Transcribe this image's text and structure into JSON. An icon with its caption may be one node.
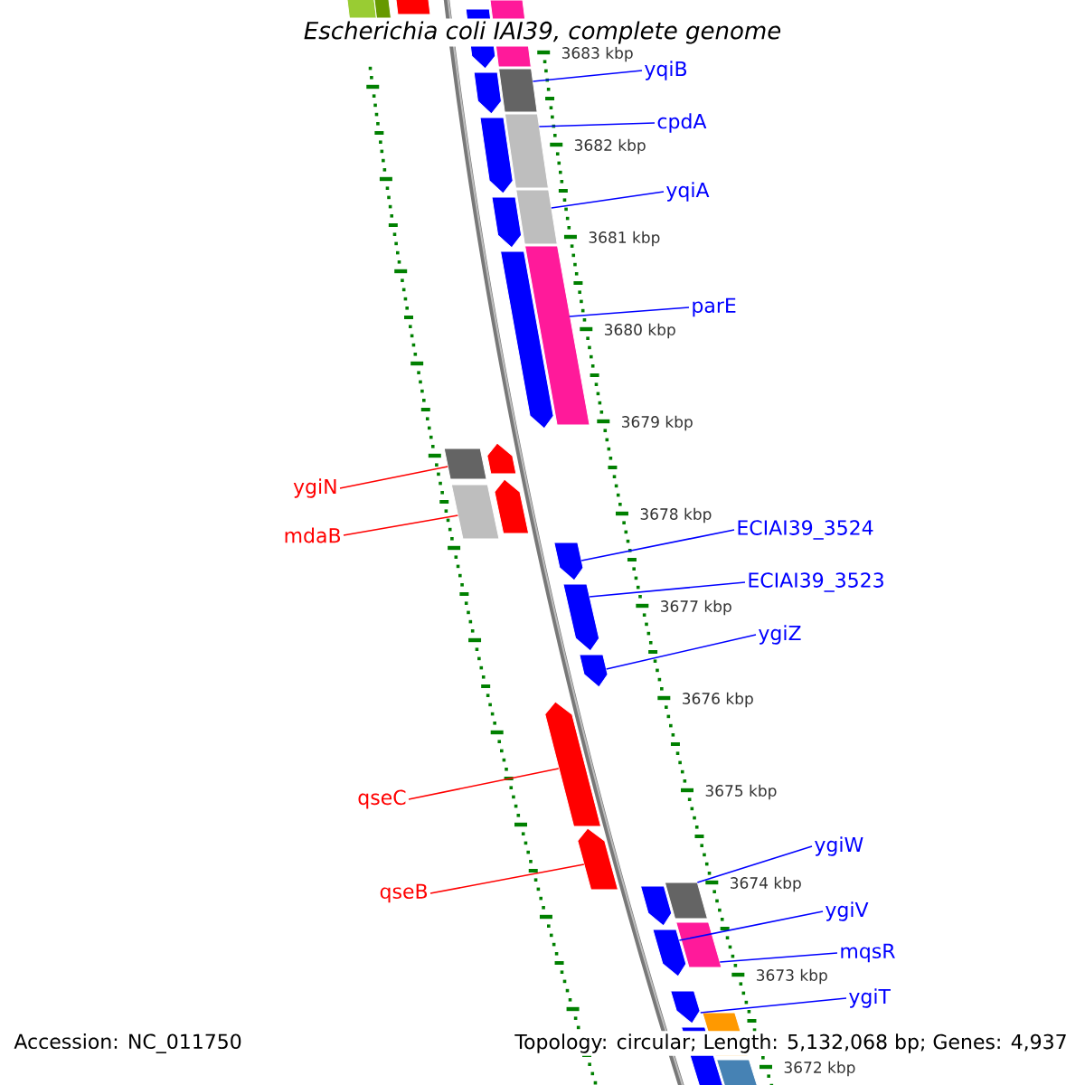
{
  "diagram": {
    "title": "Escherichia coli IAI39, complete genome",
    "nodes": [
      {
        "text": [
          "yqiB"
        ]
      },
      {
        "text": [
          "cpdA"
        ]
      },
      {
        "text": [
          "yqiA"
        ]
      },
      {
        "text": [
          "parE"
        ]
      },
      {
        "text": [
          "ygiN"
        ]
      },
      {
        "text": [
          "mdaB"
        ]
      },
      {
        "text": [
          "ECIAI39_3524"
        ]
      },
      {
        "text": [
          "ECIAI39_3523"
        ]
      },
      {
        "text": [
          "ygiZ"
        ]
      },
      {
        "text": [
          "qseC"
        ]
      },
      {
        "text": [
          "qseB"
        ]
      },
      {
        "text": [
          "ygiW"
        ]
      },
      {
        "text": [
          "ygiV"
        ]
      },
      {
        "text": [
          "mqsR"
        ]
      },
      {
        "text": [
          "ygiT"
        ]
      },
      {
        "text": [],
        "shape": "box"
      },
      {
        "text": [],
        "shape": "box"
      },
      {
        "text": [],
        "shape": "box"
      },
      {
        "text": [],
        "shape": "box"
      },
      {
        "text": [],
        "shape": "box"
      },
      {
        "text": [],
        "shape": "box"
      },
      {
        "text": [],
        "shape": "pentagon"
      },
      {
        "text": [],
        "shape": "pentagon"
      },
      {
        "text": [],
        "shape": "pentagon"
      },
      {
        "text": [],
        "shape": "pentagon"
      },
      {
        "text": [],
        "shape": "pentagon"
      },
      {
        "text": [],
        "shape": "box"
      },
      {
        "text": [],
        "shape": "box"
      },
      {
        "text": [],
        "shape": "pentagon"
      },
      {
        "text": [],
        "shape": "pentagon"
      },
      {
        "text": [],
        "shape": "pentagon"
      },
      {
        "text": [],
        "shape": "pentagon"
      },
      {
        "text": [],
        "shape": "pentagon"
      },
      {
        "text": [],
        "shape": "pentagon"
      },
      {
        "text": [],
        "shape": "pentagon"
      },
      {
        "text": [],
        "shape": "pentagon"
      },
      {
        "text": [],
        "shape": "box"
      },
      {
        "text": [],
        "shape": "box"
      },
      {
        "text": [],
        "shape": "box"
      },
      {
        "text": [],
        "shape": "box"
      },
      {
        "text": [],
        "shape": "pentagon"
      },
      {
        "text": [],
        "shape": "pentagon"
      },
      {
        "text": [],
        "shape": "box"
      },
      {
        "text": [],
        "shape": "box"
      },
      {
        "text": [],
        "shape": "box"
      }
    ],
    "edges": [
      {
        "from": 0,
        "to": 15,
        "arrow": "none"
      },
      {
        "from": 1,
        "to": 16,
        "arrow": "none"
      },
      {
        "from": 2,
        "to": 17,
        "arrow": "none"
      },
      {
        "from": 3,
        "to": 18,
        "arrow": "none"
      },
      {
        "from": 4,
        "to": 19,
        "arrow": "none",
        "color": "#ff0000"
      },
      {
        "from": 5,
        "to": 20,
        "arrow": "none",
        "color": "#ff0000"
      },
      {
        "from": 6,
        "to": 21,
        "arrow": "none"
      },
      {
        "from": 7,
        "to": 22,
        "arrow": "none"
      },
      {
        "from": 8,
        "to": 23,
        "arrow": "none"
      },
      {
        "from": 9,
        "to": 24,
        "arrow": "none",
        "color": "#ff0000"
      },
      {
        "from": 10,
        "to": 25,
        "arrow": "none",
        "color": "#ff0000"
      },
      {
        "from": 11,
        "to": 26,
        "arrow": "none"
      },
      {
        "from": 12,
        "to": 28,
        "arrow": "none"
      },
      {
        "from": 13,
        "to": 27,
        "arrow": "none"
      },
      {
        "from": 14,
        "to": 29,
        "arrow": "none"
      }
    ],
    "labels": [
      "3683 kbp",
      "3682 kbp",
      "3681 kbp",
      "3680 kbp",
      "3679 kbp",
      "3678 kbp",
      "3677 kbp",
      "3676 kbp",
      "3675 kbp",
      "3674 kbp",
      "3673 kbp",
      "3672 kbp",
      "Accession: NC_011750",
      "Topology: circular; Length: 5,132,068 bp; Genes: 4,937"
    ]
  }
}
